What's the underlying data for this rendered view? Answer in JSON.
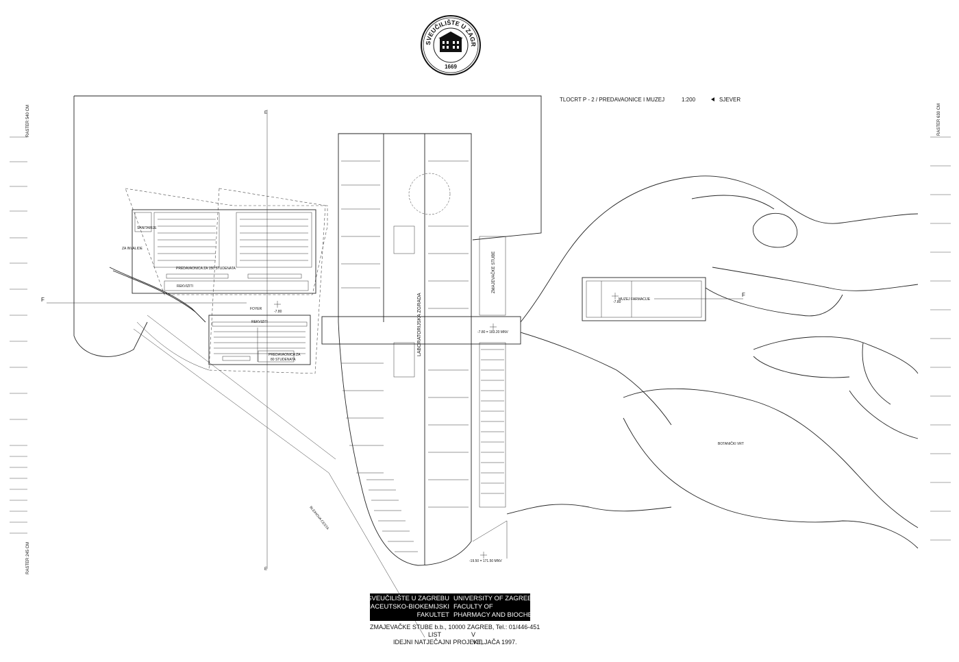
{
  "seal": {
    "text_top": "SVEUČILIŠTE U ZAGREBU",
    "year": "1669"
  },
  "header": {
    "title": "TLOCRT  P - 2 / PREDAVAONICE I MUZEJ",
    "scale": "1:200",
    "north": "SJEVER"
  },
  "margin_labels": {
    "left_top": "RASTER 540 CM",
    "right_top": "RASTER 630 CM",
    "left_bottom": "RASTER 245 CM"
  },
  "section_marks": {
    "e_top": "E",
    "e_bottom": "E",
    "f_left": "F",
    "f_right": "F"
  },
  "rooms": {
    "sanitary": "SANITARIJE",
    "invalids": "ZA INVALIDE",
    "hall150": "PREDAVAONICA ZA 150 STUDENATA",
    "props_top": "REKVIZITI",
    "foyer": "FOYER",
    "foyer_level": "-7.80",
    "props_bottom": "REKVIZITI",
    "hall80_line1": "PREDAVAONICA ZA",
    "hall80_line2": "80 STUDENATA",
    "lab_building": "LABORATORIJSKA ZGRADA",
    "stairs": "ZMAJEVAČKE STUBE",
    "level_mid": "-7.80  =  183.20  MNV",
    "museum": "MUZEJ FARMACIJE",
    "museum_level": "-7.80",
    "botanic": "BOTANIČKI VRT",
    "road": "BLEIHOVA CESTA",
    "level_low": "-19.50  =  171.50  MNV"
  },
  "titleblock": {
    "left": [
      "SVEUČILIŠTE U ZAGREBU",
      "FARMACEUTSKO-BIOKEMIJSKI",
      "FAKULTET"
    ],
    "right": [
      "UNIVERSITY OF ZAGREB",
      "FACULTY OF",
      "PHARMACY AND BIOCHEMISTRY"
    ]
  },
  "footer": {
    "address": "ZMAJEVAČKE STUBE b.b., 10000 ZAGREB, Tel.: 01/446-451",
    "sheet_label": "LIST",
    "sheet_no": "V",
    "project": "IDEJNI NATJEČAJNI PROJEKT,",
    "date": "VELJAČA 1997."
  }
}
